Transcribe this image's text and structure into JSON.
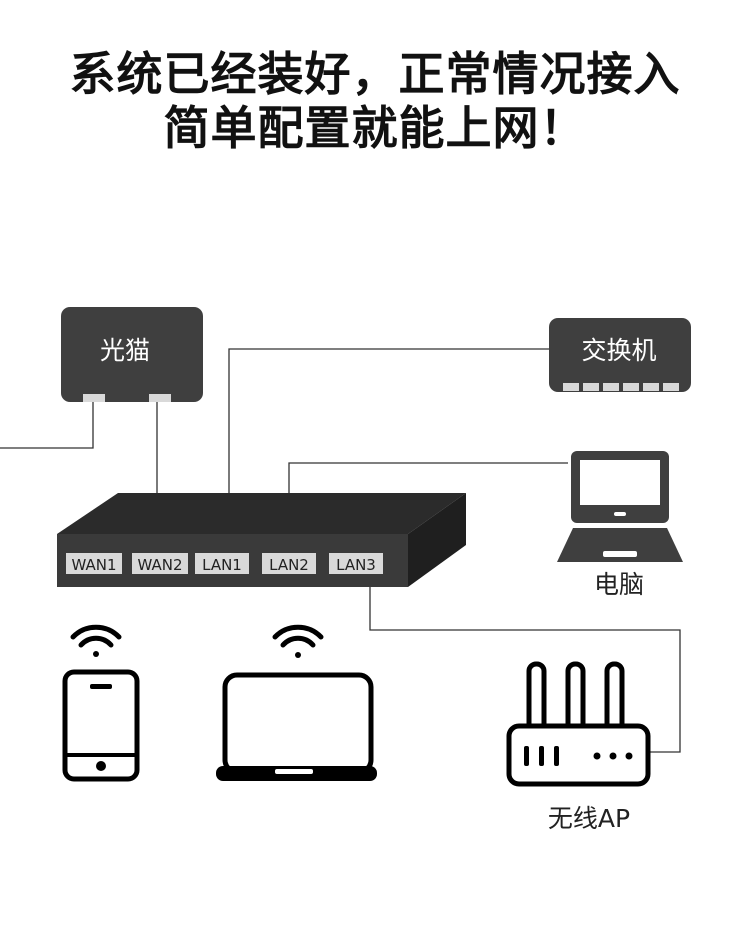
{
  "headline": {
    "line1": "系统已经装好，正常情况接入",
    "line2": "简单配置就能上网！"
  },
  "devices": {
    "modem": "光猫",
    "switch": "交换机",
    "pc": "电脑",
    "ap": "无线AP"
  },
  "ports": [
    "WAN1",
    "WAN2",
    "LAN1",
    "LAN2",
    "LAN3"
  ],
  "colors": {
    "device_fill": "#3f3f3f",
    "router_front": "#3a3a3a",
    "router_top": "#2b2b2b",
    "router_side": "#1f1f1f",
    "port_label_bg": "#d9d9d9",
    "cable": "#333333",
    "icon": "#000000"
  },
  "icons": [
    "smartphone-icon",
    "wifi-icon",
    "laptop-icon",
    "wireless-router-icon"
  ]
}
